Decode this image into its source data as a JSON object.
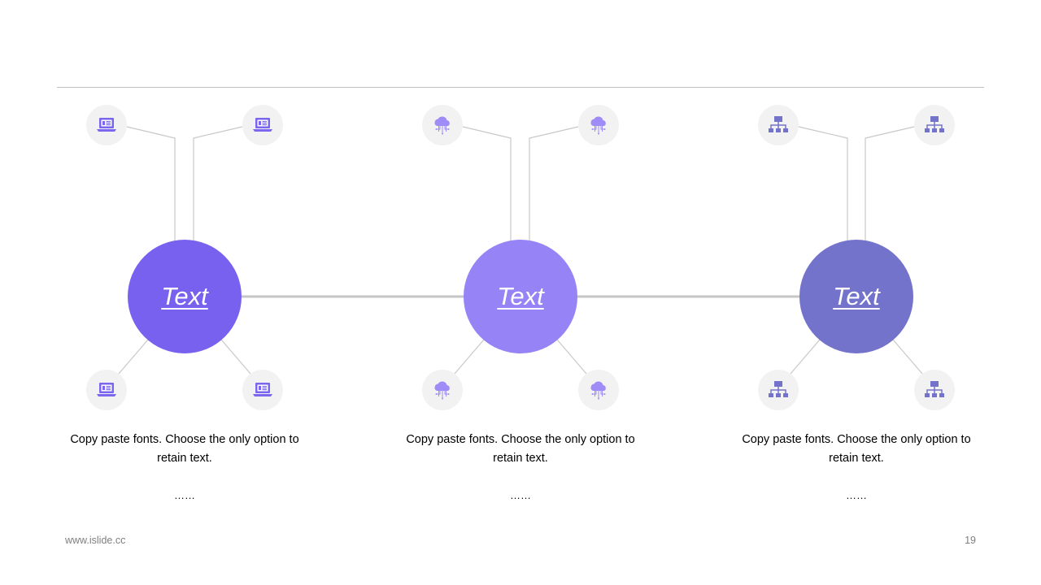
{
  "groups": [
    {
      "hub_label": "Text",
      "hub_color": "#7861ef",
      "icon": "laptop-icon",
      "description": "Copy paste fonts. Choose the only option to retain text.",
      "ellipsis": "……"
    },
    {
      "hub_label": "Text",
      "hub_color": "#9683f5",
      "icon": "cloud-network-icon",
      "description": "Copy paste fonts. Choose the only option to retain text.",
      "ellipsis": "……"
    },
    {
      "hub_label": "Text",
      "hub_color": "#7373cb",
      "icon": "org-chart-icon",
      "description": "Copy paste fonts. Choose the only option to retain text.",
      "ellipsis": "……"
    }
  ],
  "colors": {
    "icon": "#7b67ee",
    "node_bg": "#f2f2f2",
    "connector": "#c8c8c8",
    "rule": "#bfbfbf"
  },
  "footer": {
    "website": "www.islide.cc",
    "page_number": "19"
  }
}
